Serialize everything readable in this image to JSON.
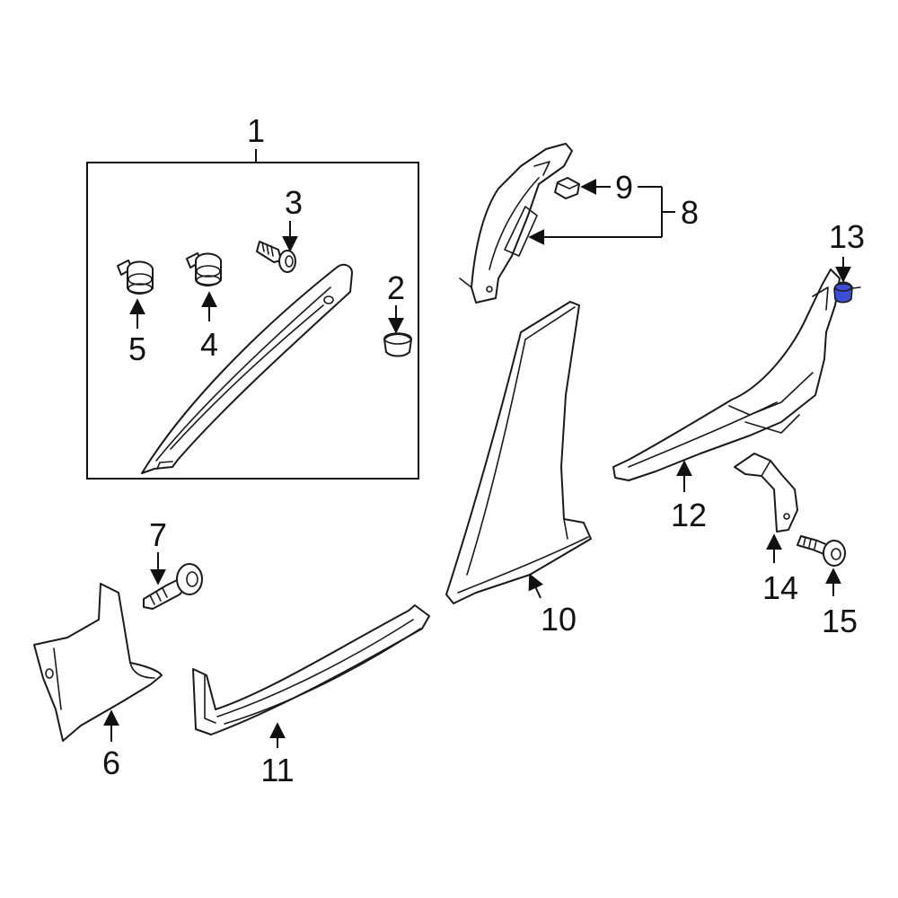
{
  "diagram": {
    "callouts": [
      "1",
      "2",
      "3",
      "4",
      "5",
      "6",
      "7",
      "8",
      "9",
      "10",
      "11",
      "12",
      "13",
      "14",
      "15"
    ],
    "highlight_color": "#3d4fd6",
    "line_color": "#1a1a1a",
    "background": "#ffffff"
  }
}
